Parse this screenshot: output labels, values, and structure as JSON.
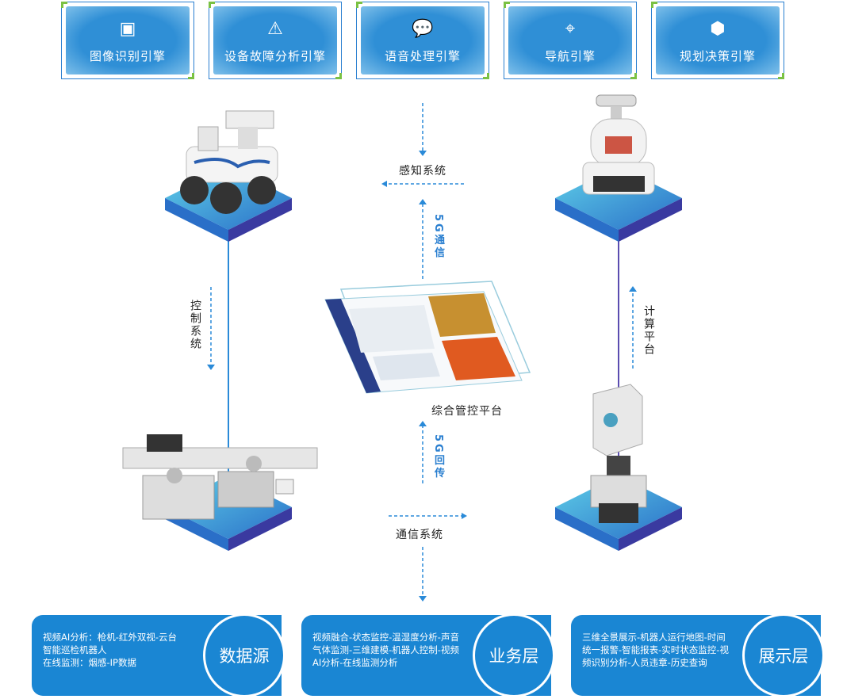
{
  "engines": [
    {
      "label": "图像识别引擎",
      "icon": "image-recognition-icon"
    },
    {
      "label": "设备故障分析引擎",
      "icon": "device-fault-icon"
    },
    {
      "label": "语音处理引擎",
      "icon": "voice-icon"
    },
    {
      "label": "导航引擎",
      "icon": "navigation-icon"
    },
    {
      "label": "规划决策引擎",
      "icon": "cubes-icon"
    }
  ],
  "labels": {
    "perception": "感知系统",
    "communication": "通信系统",
    "control": "控制系统",
    "compute": "计算平台",
    "g5_comm": "5G通信",
    "g5_backhaul": "5G回传",
    "platform": "综合管控平台"
  },
  "cards": [
    {
      "title": "数据源",
      "lines": [
        "视频AI分析：枪机-红外双视-云台",
        "智能巡检机器人",
        "在线监测：烟感-IP数据"
      ]
    },
    {
      "title": "业务层",
      "lines": [
        "视频融合-状态监控-温湿度分析-声音气体监测-三维建模-机器人控制-视频AI分析-在线监测分析"
      ]
    },
    {
      "title": "展示层",
      "lines": [
        "三维全景展示-机器人运行地图-时间统一报警-智能报表-实时状态监控-视频识别分析-人员违章-历史查询"
      ]
    }
  ]
}
